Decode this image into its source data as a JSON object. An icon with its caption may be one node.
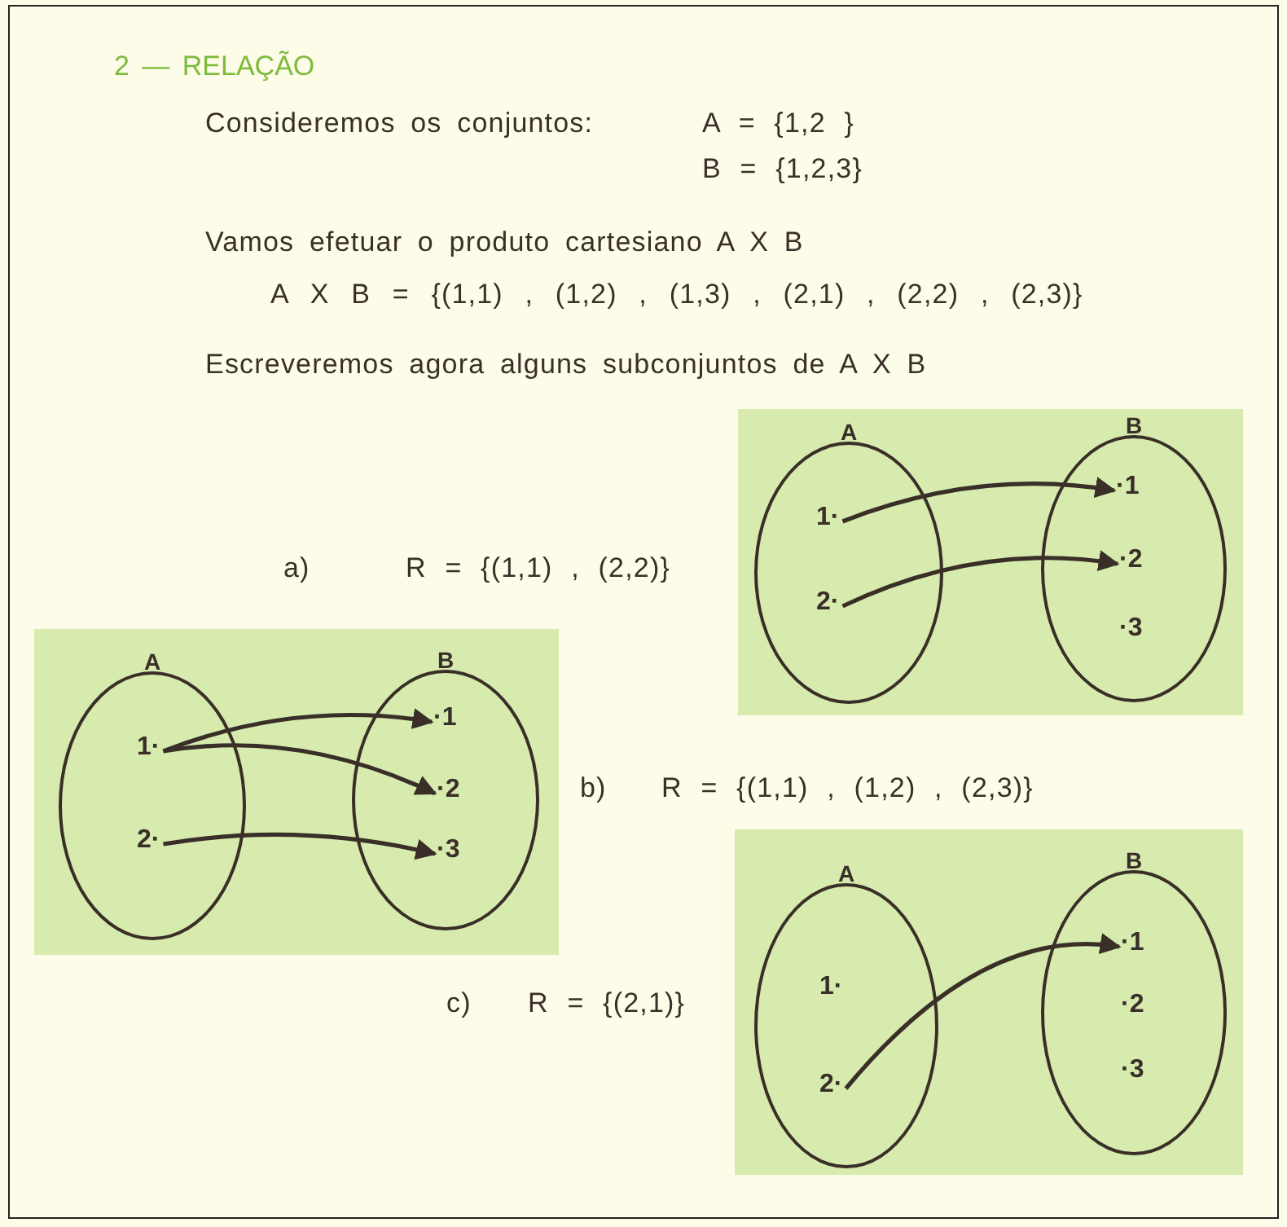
{
  "diagram": {
    "title": "2 — RELAÇÃO",
    "nodes": [
      {
        "text": [
          "A"
        ]
      },
      {
        "text": [
          "1·"
        ],
        "in": 0
      },
      {
        "text": [
          "2·"
        ],
        "in": 0
      },
      {
        "text": [
          "B"
        ]
      },
      {
        "text": [
          "·1"
        ],
        "in": 3
      },
      {
        "text": [
          "·2"
        ],
        "in": 3
      },
      {
        "text": [
          "·3"
        ],
        "in": 3
      },
      {
        "text": [
          "A"
        ]
      },
      {
        "text": [
          "1·"
        ],
        "in": 7
      },
      {
        "text": [
          "2·"
        ],
        "in": 7
      },
      {
        "text": [
          "B"
        ]
      },
      {
        "text": [
          "·1"
        ],
        "in": 10
      },
      {
        "text": [
          "·2"
        ],
        "in": 10
      },
      {
        "text": [
          "·3"
        ],
        "in": 10
      },
      {
        "text": [
          "A"
        ]
      },
      {
        "text": [
          "1·"
        ],
        "in": 14
      },
      {
        "text": [
          "2·"
        ],
        "in": 14
      },
      {
        "text": [
          "B"
        ]
      },
      {
        "text": [
          "·1"
        ],
        "in": 17
      },
      {
        "text": [
          "·2"
        ],
        "in": 17
      },
      {
        "text": [
          "·3"
        ],
        "in": 17
      }
    ],
    "edges": [
      {
        "from": 1,
        "to": 4,
        "arrow": "to"
      },
      {
        "from": 2,
        "to": 5,
        "arrow": "to"
      },
      {
        "from": 8,
        "to": 11,
        "arrow": "to"
      },
      {
        "from": 8,
        "to": 12,
        "arrow": "to"
      },
      {
        "from": 9,
        "to": 13,
        "arrow": "to"
      },
      {
        "from": 16,
        "to": 18,
        "arrow": "to"
      }
    ],
    "labels": [
      "Consideremos os conjuntos:",
      "A = {1,2 }",
      "B = {1,2,3}",
      "Vamos efetuar o produto cartesiano A X B",
      "A X B = {(1,1) , (1,2) , (1,3) , (2,1) , (2,2) , (2,3)}",
      "Escreveremos agora alguns subconjuntos de A X B",
      "a)",
      "R = {(1,1) , (2,2)}",
      "b)",
      "R = {(1,1) , (1,2) , (2,3)}",
      "c)",
      "R = {(2,1)}"
    ]
  }
}
